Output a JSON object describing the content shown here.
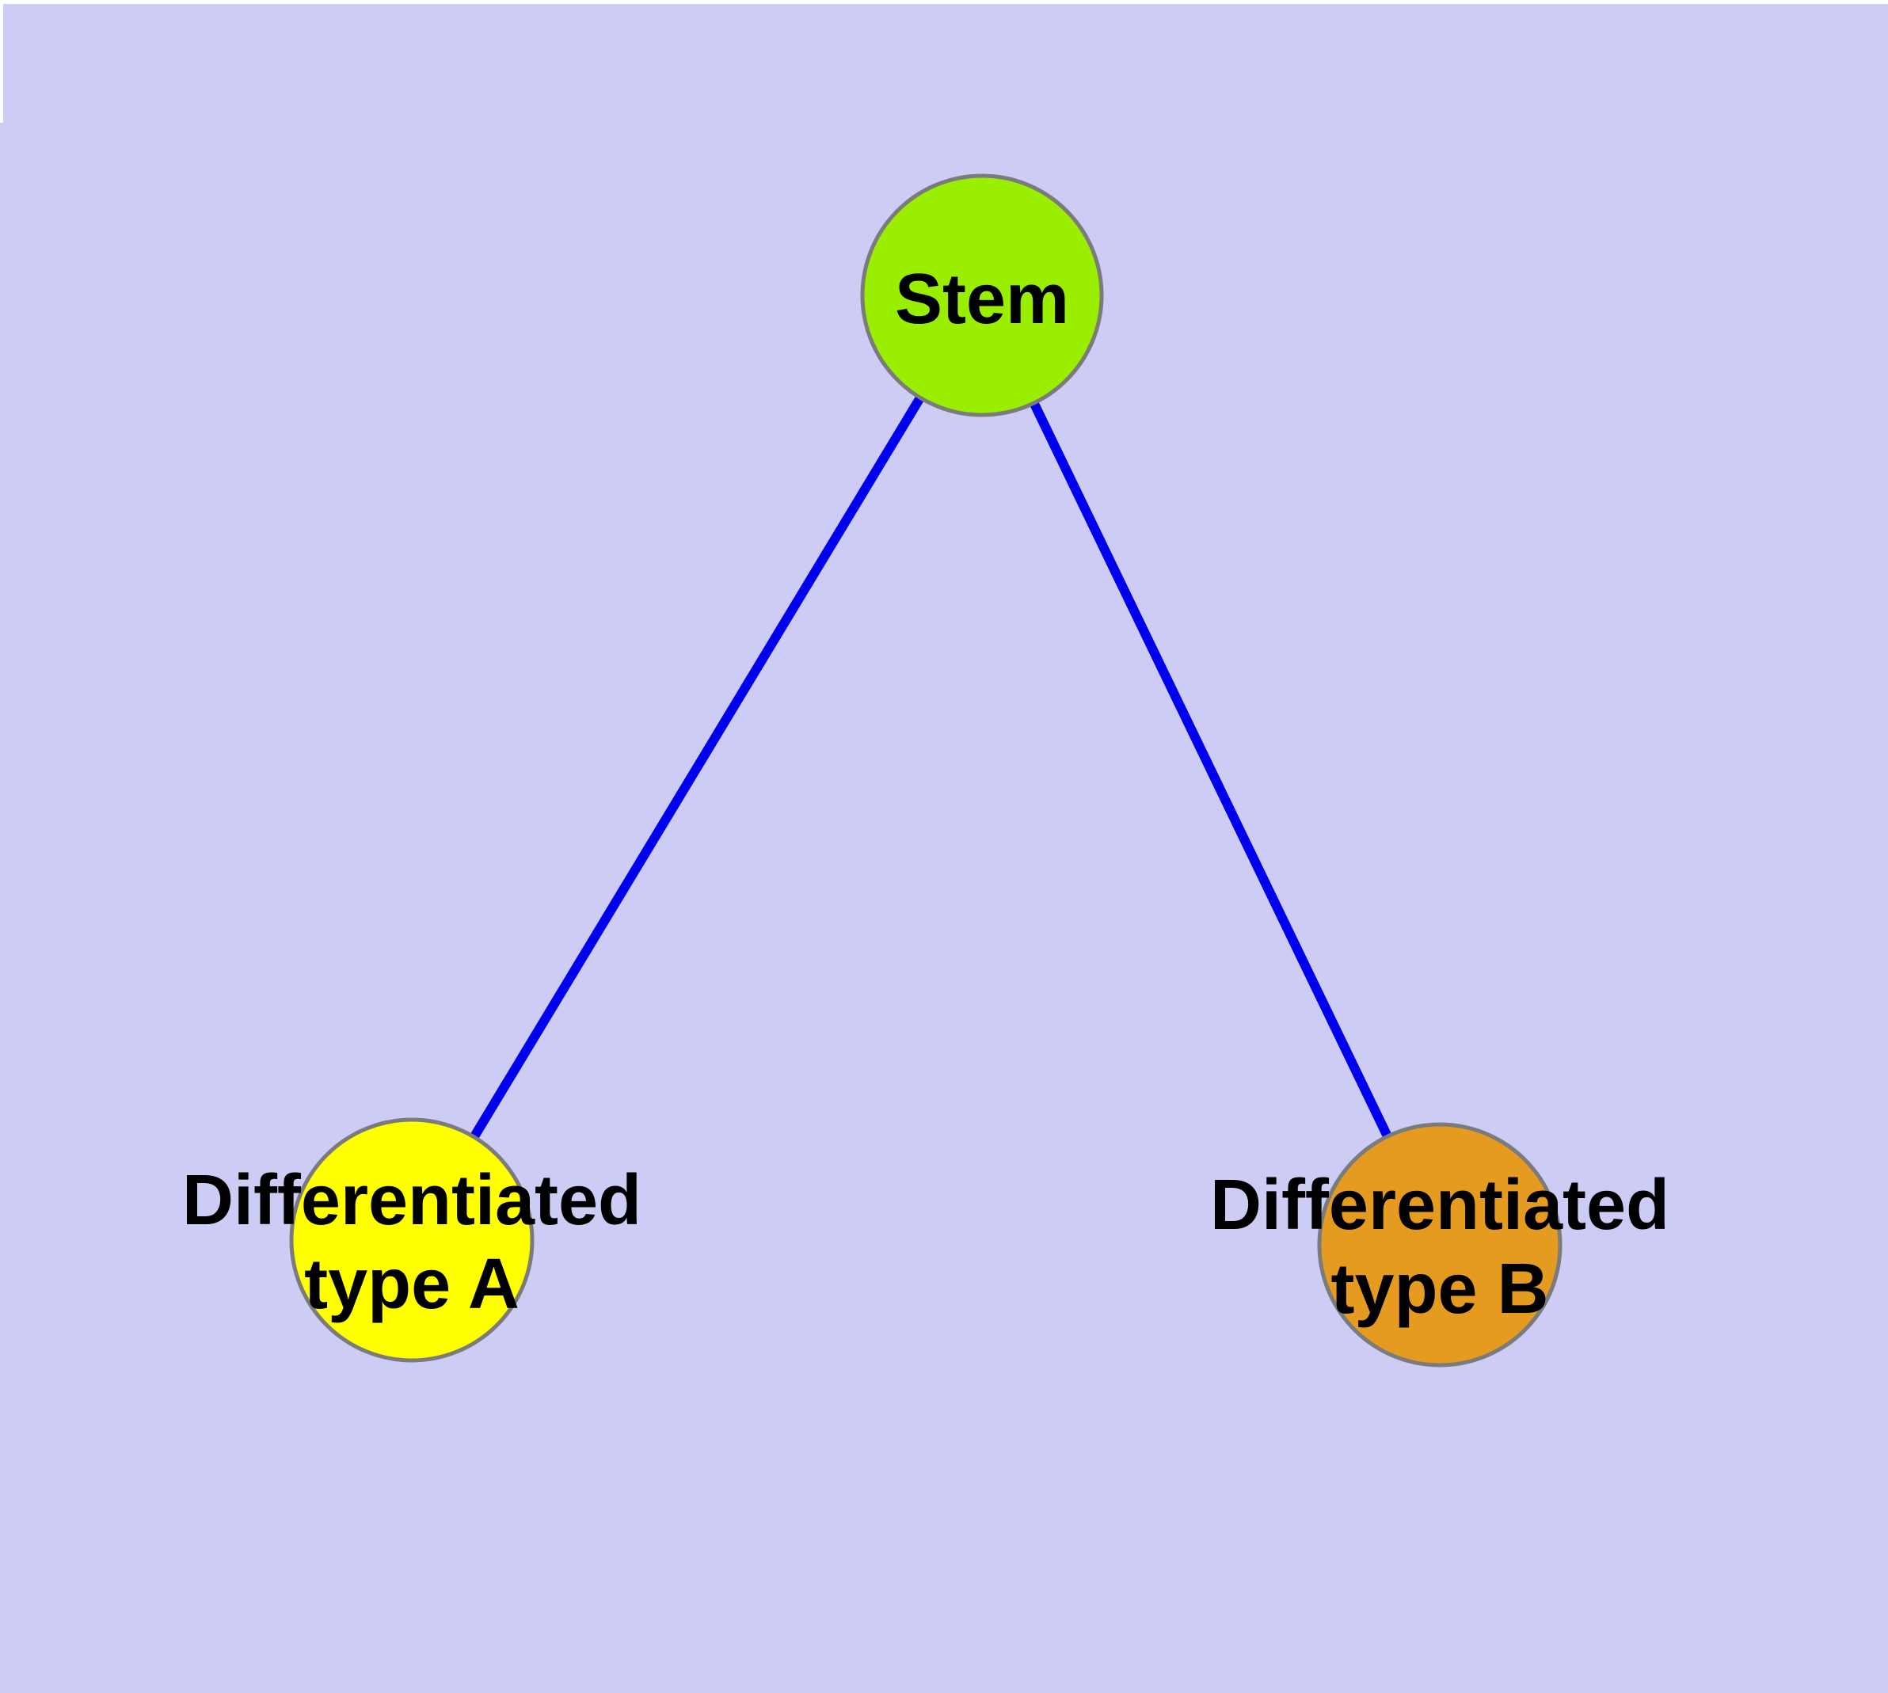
{
  "diagram": {
    "description": "Cell differentiation graph: one stem node linked to two differentiated cell-type nodes",
    "colors": {
      "background": "#CCCCF4",
      "edge": "#0000EE",
      "node_border": "#7B7B7B",
      "label_text": "#000000"
    },
    "nodes": {
      "stem": {
        "label": "Stem",
        "fill": "#9AEE00"
      },
      "type_a": {
        "label_line1": "Differentiated",
        "label_line2": "type A",
        "fill": "#FFFF00"
      },
      "type_b": {
        "label_line1": "Differentiated",
        "label_line2": "type B",
        "fill": "#E49B20"
      }
    },
    "edges": [
      {
        "from": "Stem",
        "to": "Differentiated type A"
      },
      {
        "from": "Stem",
        "to": "Differentiated type B"
      }
    ]
  }
}
